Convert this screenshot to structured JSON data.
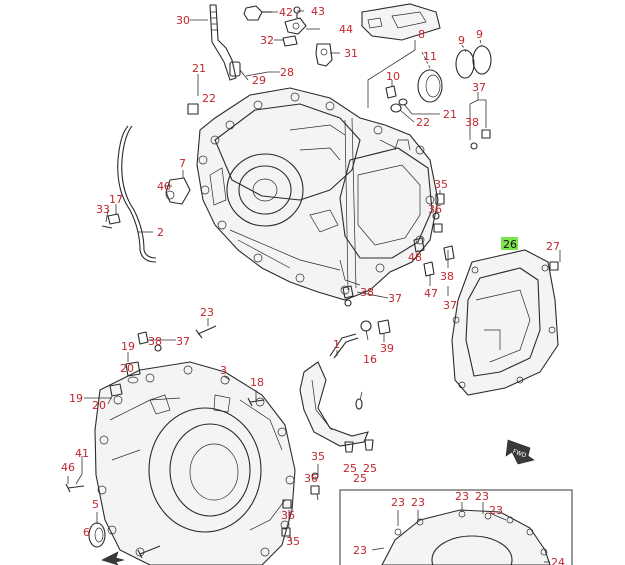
{
  "colors": {
    "label": "#c1272d",
    "highlight": "#7de24e",
    "line": "#2b2b2b"
  },
  "labels": {
    "p30": "30",
    "p42": "42",
    "p43": "43",
    "p44": "44",
    "p8": "8",
    "p9": "9",
    "p32": "32",
    "p31": "31",
    "p28": "28",
    "p29": "29",
    "p21a": "21",
    "p22a": "22",
    "p10": "10",
    "p11": "11",
    "p21b": "21",
    "p22b": "22",
    "p37a": "37",
    "p38a": "38",
    "p7": "7",
    "p40": "40",
    "p17": "17",
    "p33": "33",
    "p2": "2",
    "p35a": "35",
    "p36a": "36",
    "p26": "26",
    "p27": "27",
    "p48": "48",
    "p38b": "38",
    "p47": "47",
    "p37b": "37",
    "p38c": "38",
    "p37c": "37",
    "p23a": "23",
    "p1": "1",
    "p39": "39",
    "p16": "16",
    "p19a": "19",
    "p20a": "20",
    "p38d": "38",
    "p37d": "37",
    "p3": "3",
    "p18": "18",
    "p19b": "19",
    "p20b": "20",
    "p41": "41",
    "p46": "46",
    "p5": "5",
    "p6": "6",
    "p25a": "25",
    "p25b": "25",
    "p25c": "25",
    "p35b": "35",
    "p36b": "36",
    "p36c": "36",
    "p35c": "35",
    "p23b": "23",
    "p23c": "23",
    "p23d": "23",
    "p23e": "23",
    "p23f": "23",
    "p23g": "23",
    "p24": "24"
  },
  "fwd_marker": "FWD"
}
